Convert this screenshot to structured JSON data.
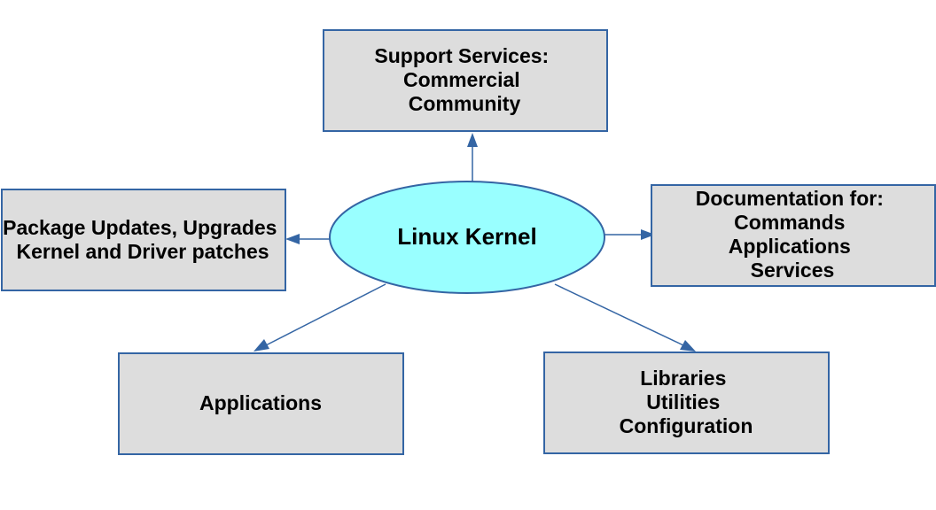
{
  "diagram": {
    "center": {
      "label": "Linux Kernel",
      "fill": "#99ffff"
    },
    "nodes": [
      {
        "id": "support",
        "lines": [
          "Support Services:",
          "Commercial",
          "Community"
        ]
      },
      {
        "id": "packages",
        "lines": [
          "Package Updates, Upgrades",
          "Kernel and Driver patches"
        ]
      },
      {
        "id": "documentation",
        "lines": [
          "Documentation for:",
          "Commands",
          "Applications",
          "Services"
        ]
      },
      {
        "id": "applications",
        "lines": [
          "Applications"
        ]
      },
      {
        "id": "libraries",
        "lines": [
          "Libraries",
          "Utilities",
          "Configuration"
        ]
      }
    ],
    "edges": [
      {
        "from": "Linux Kernel",
        "to": "support"
      },
      {
        "from": "Linux Kernel",
        "to": "packages"
      },
      {
        "from": "Linux Kernel",
        "to": "documentation"
      },
      {
        "from": "Linux Kernel",
        "to": "applications"
      },
      {
        "from": "Linux Kernel",
        "to": "libraries"
      }
    ],
    "colors": {
      "box_fill": "#dddddd",
      "stroke": "#3465a4",
      "text": "#000000"
    }
  }
}
